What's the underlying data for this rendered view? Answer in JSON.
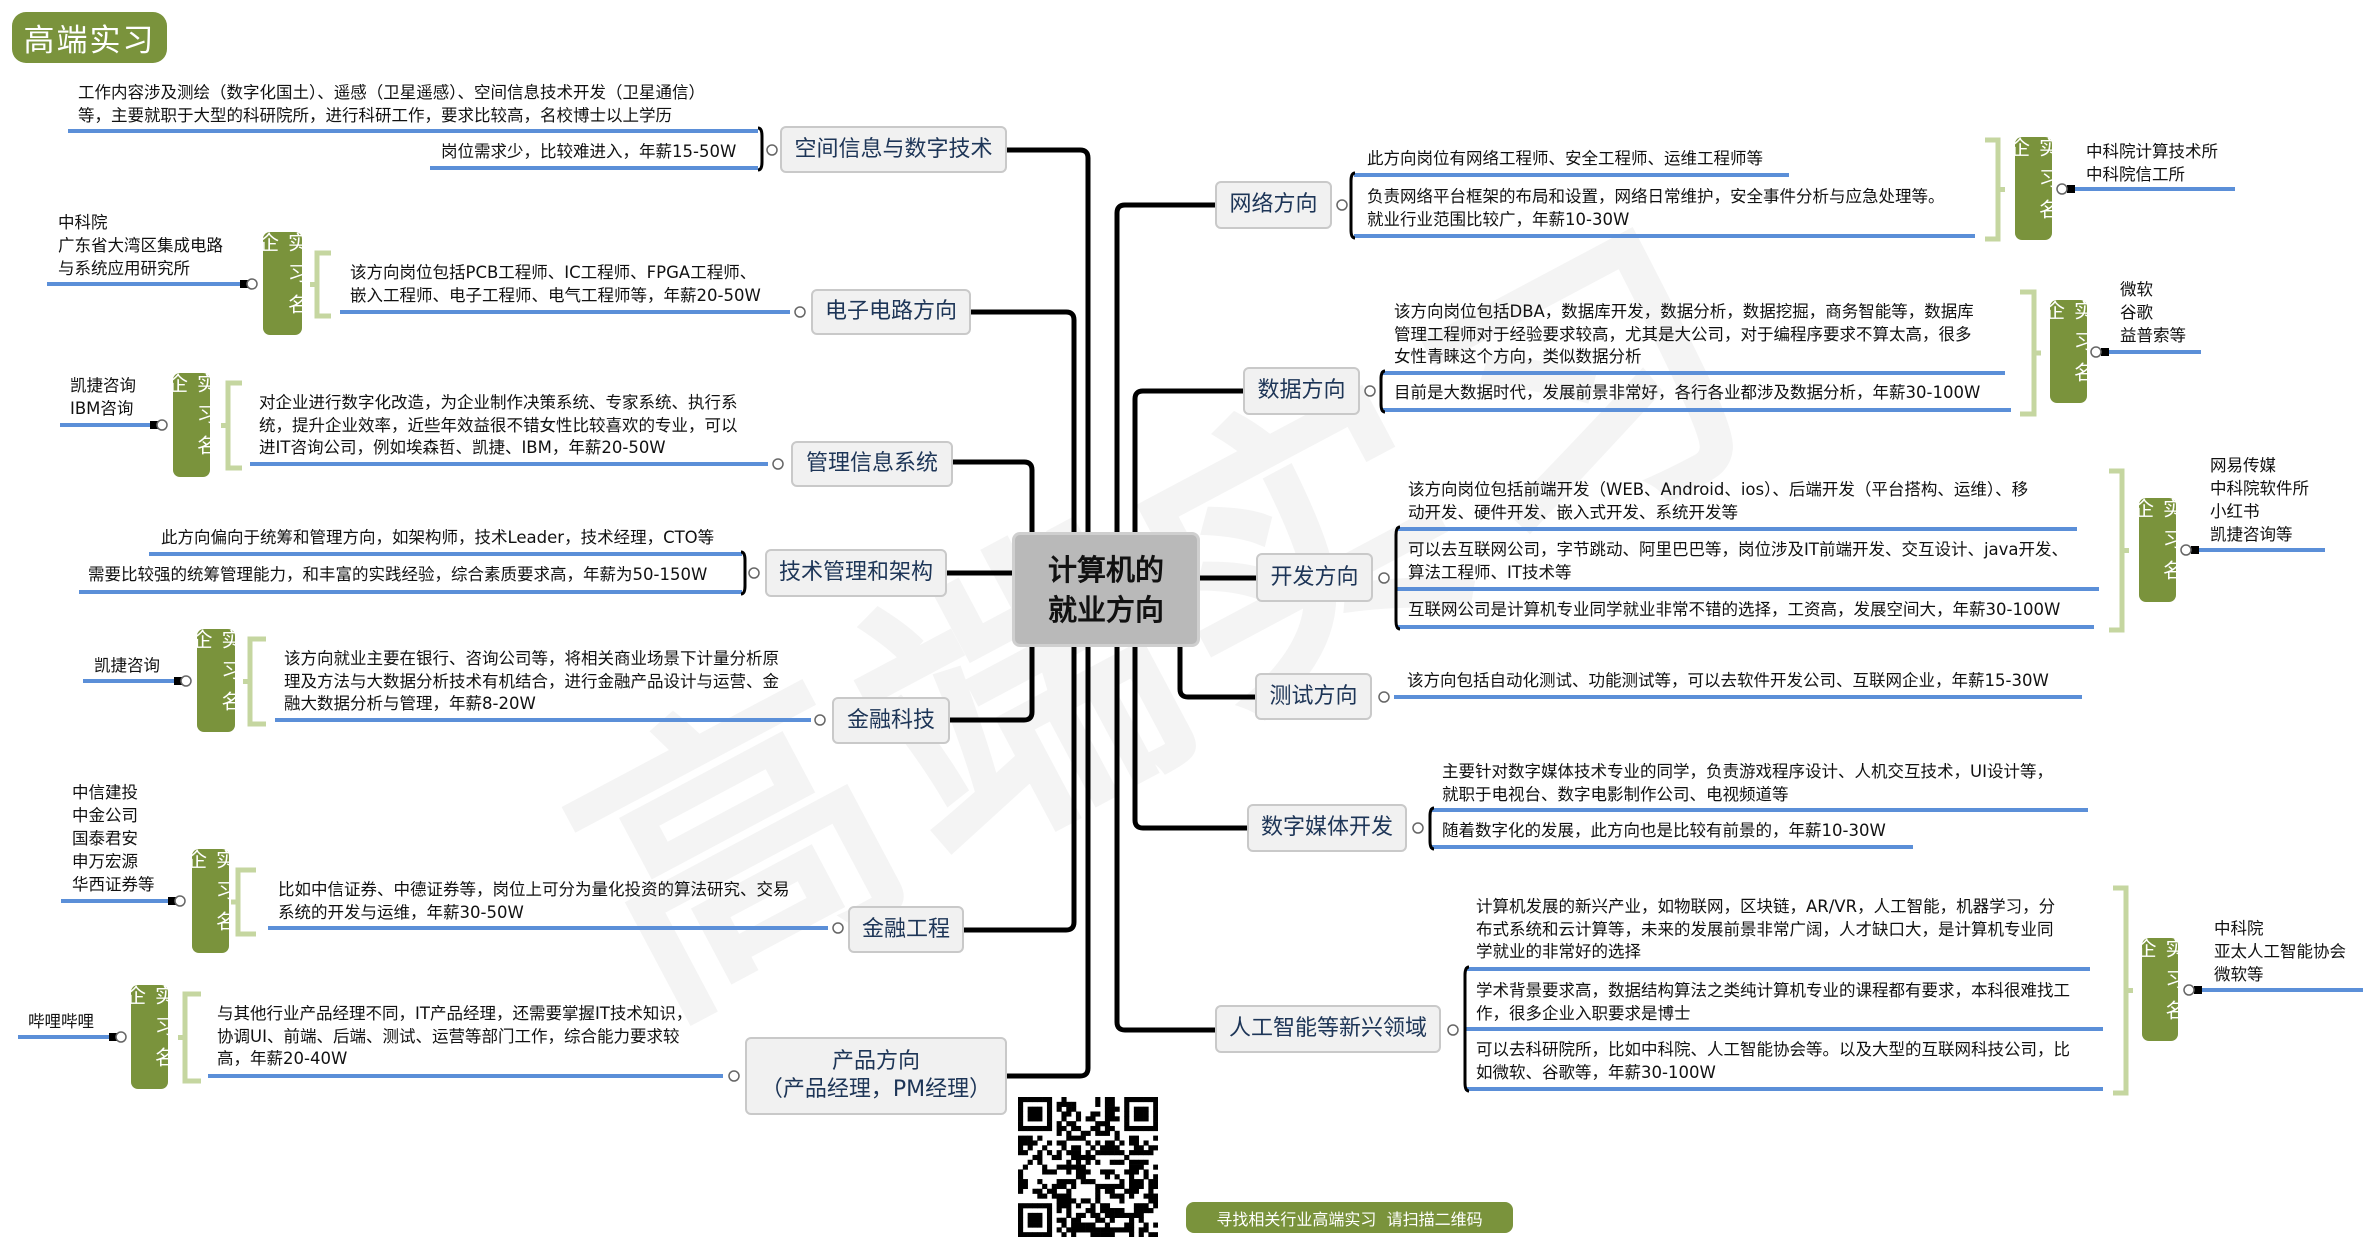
{
  "header": {
    "badge": "高端实习"
  },
  "watermark": "高端实习",
  "center": {
    "line1": "计算机的",
    "line2": "就业方向"
  },
  "badge_label": "实习名企",
  "branches": [
    {
      "title": [
        "空间信息与数字技术"
      ],
      "notes": [
        [
          "工作内容涉及测绘（数字化国土）、遥感（卫星遥感）、空间信息技术开发（卫星通信）",
          "等，主要就职于大型的科研院所，进行科研工作，要求比较高，名校博士以上学历"
        ],
        [
          "岗位需求少，比较难进入，年薪15-50W"
        ]
      ],
      "companies": null
    },
    {
      "title": [
        "电子电路方向"
      ],
      "notes": [
        [
          "该方向岗位包括PCB工程师、IC工程师、FPGA工程师、",
          "嵌入工程师、电子工程师、电气工程师等，年薪20-50W"
        ]
      ],
      "companies": [
        "中科院",
        "广东省大湾区集成电路",
        "与系统应用研究所"
      ]
    },
    {
      "title": [
        "管理信息系统"
      ],
      "notes": [
        [
          "对企业进行数字化改造，为企业制作决策系统、专家系统、执行系",
          "统，提升企业效率，近些年效益很不错女性比较喜欢的专业，可以",
          "进IT咨询公司，例如埃森哲、凯捷、IBM，年薪20-50W"
        ]
      ],
      "companies": [
        "凯捷咨询",
        "IBM咨询"
      ]
    },
    {
      "title": [
        "技术管理和架构"
      ],
      "notes": [
        [
          "此方向偏向于统筹和管理方向，如架构师，技术Leader，技术经理，CTO等"
        ],
        [
          "需要比较强的统筹管理能力，和丰富的实践经验，综合素质要求高，年薪为50-150W"
        ]
      ],
      "companies": null
    },
    {
      "title": [
        "金融科技"
      ],
      "notes": [
        [
          "该方向就业主要在银行、咨询公司等，将相关商业场景下计量分析原",
          "理及方法与大数据分析技术有机结合，进行金融产品设计与运营、金",
          "融大数据分析与管理，年薪8-20W"
        ]
      ],
      "companies": [
        "凯捷咨询"
      ]
    },
    {
      "title": [
        "金融工程"
      ],
      "notes": [
        [
          "比如中信证券、中德证券等，岗位上可分为量化投资的算法研究、交易",
          "系统的开发与运维，年薪30-50W"
        ]
      ],
      "companies": [
        "中信建投",
        "中金公司",
        "国泰君安",
        "申万宏源",
        "华西证券等"
      ]
    },
    {
      "title": [
        "产品方向",
        "（产品经理，PM经理）"
      ],
      "notes": [
        [
          "与其他行业产品经理不同，IT产品经理，还需要掌握IT技术知识，",
          "协调UI、前端、后端、测试、运营等部门工作，综合能力要求较",
          "高，年薪20-40W"
        ]
      ],
      "companies": [
        "哔哩哔哩"
      ]
    },
    {
      "title": [
        "网络方向"
      ],
      "notes": [
        [
          "此方向岗位有网络工程师、安全工程师、运维工程师等"
        ],
        [
          "负责网络平台框架的布局和设置，网络日常维护，安全事件分析与应急处理等。",
          "就业行业范围比较广，年薪10-30W"
        ]
      ],
      "companies": [
        "中科院计算技术所",
        "中科院信工所"
      ]
    },
    {
      "title": [
        "数据方向"
      ],
      "notes": [
        [
          "该方向岗位包括DBA，数据库开发，数据分析，数据挖掘，商务智能等，数据库",
          "管理工程师对于经验要求较高，尤其是大公司，对于编程序要求不算太高，很多",
          "女性青睐这个方向，类似数据分析"
        ],
        [
          "目前是大数据时代，发展前景非常好，各行各业都涉及数据分析，年薪30-100W"
        ]
      ],
      "companies": [
        "微软",
        "谷歌",
        "益普索等"
      ]
    },
    {
      "title": [
        "开发方向"
      ],
      "notes": [
        [
          "该方向岗位包括前端开发（WEB、Android、ios）、后端开发（平台搭构、运维）、移",
          "动开发、硬件开发、嵌入式开发、系统开发等"
        ],
        [
          "可以去互联网公司，字节跳动、阿里巴巴等，岗位涉及IT前端开发、交互设计、java开发、",
          "算法工程师、IT技术等"
        ],
        [
          "互联网公司是计算机专业同学就业非常不错的选择，工资高，发展空间大，年薪30-100W"
        ]
      ],
      "companies": [
        "网易传媒",
        "中科院软件所",
        "小红书",
        "凯捷咨询等"
      ]
    },
    {
      "title": [
        "测试方向"
      ],
      "notes": [
        [
          "该方向包括自动化测试、功能测试等，可以去软件开发公司、互联网企业，年薪15-30W"
        ]
      ],
      "companies": null
    },
    {
      "title": [
        "数字媒体开发"
      ],
      "notes": [
        [
          "主要针对数字媒体技术专业的同学，负责游戏程序设计、人机交互技术，UI设计等，",
          "就职于电视台、数字电影制作公司、电视频道等"
        ],
        [
          "随着数字化的发展，此方向也是比较有前景的，年薪10-30W"
        ]
      ],
      "companies": null
    },
    {
      "title": [
        "人工智能等新兴领域"
      ],
      "notes": [
        [
          "计算机发展的新兴产业，如物联网，区块链，AR/VR，人工智能，机器学习，分",
          "布式系统和云计算等，未来的发展前景非常广阔，人才缺口大，是计算机专业同",
          "学就业的非常好的选择"
        ],
        [
          "学术背景要求高，数据结构算法之类纯计算机专业的课程都有要求，本科很难找工",
          "作，很多企业入职要求是博士"
        ],
        [
          "可以去科研院所，比如中科院、人工智能协会等。以及大型的互联网科技公司，比",
          "如微软、谷歌等，年薪30-100W"
        ]
      ],
      "companies": [
        "中科院",
        "亚太人工智能协会",
        "微软等"
      ]
    }
  ],
  "footer": {
    "scan_label": "寻找相关行业高端实习  请扫描二维码"
  },
  "colors": {
    "accent_green": "#7a933c",
    "bracket_green": "#c5d6a0",
    "underline_blue": "#5b8fd8",
    "node_text": "#1d3557",
    "connector": "#000000"
  }
}
